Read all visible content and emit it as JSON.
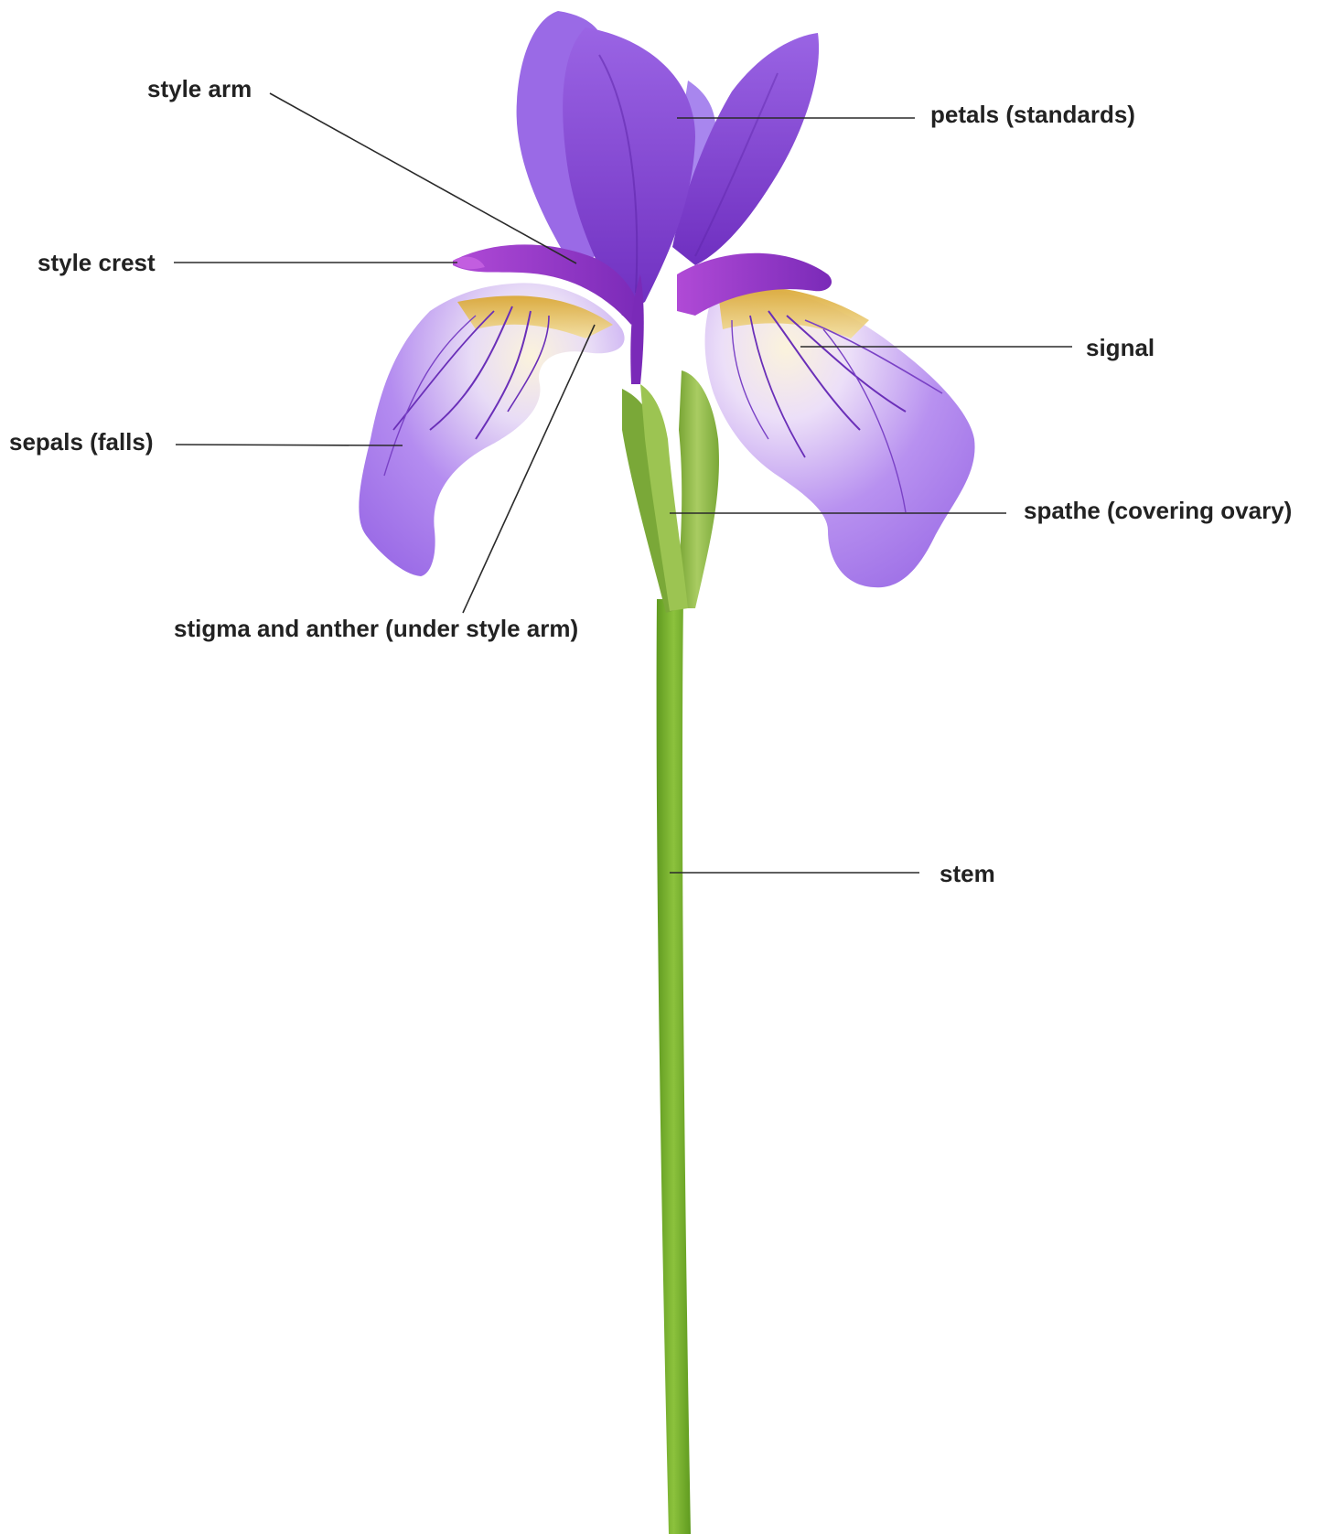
{
  "labels": {
    "style_arm": "style arm",
    "petals": "petals (standards)",
    "style_crest": "style crest",
    "signal": "signal",
    "sepals": "sepals (falls)",
    "spathe": "spathe (covering ovary)",
    "stigma_anther": "stigma and anther (under style arm)",
    "stem": "stem"
  },
  "colors": {
    "petal_purple": "#8a4fd6",
    "petal_light": "#b48cf0",
    "petal_dark": "#6a2fb8",
    "style_magenta": "#a23ed0",
    "signal_yellow": "#e2b43a",
    "signal_cream": "#f8f0d6",
    "stem_green": "#74ad2c",
    "spathe_green": "#93be4a",
    "label_text": "#222222",
    "leader_line": "#2a2a2a"
  }
}
